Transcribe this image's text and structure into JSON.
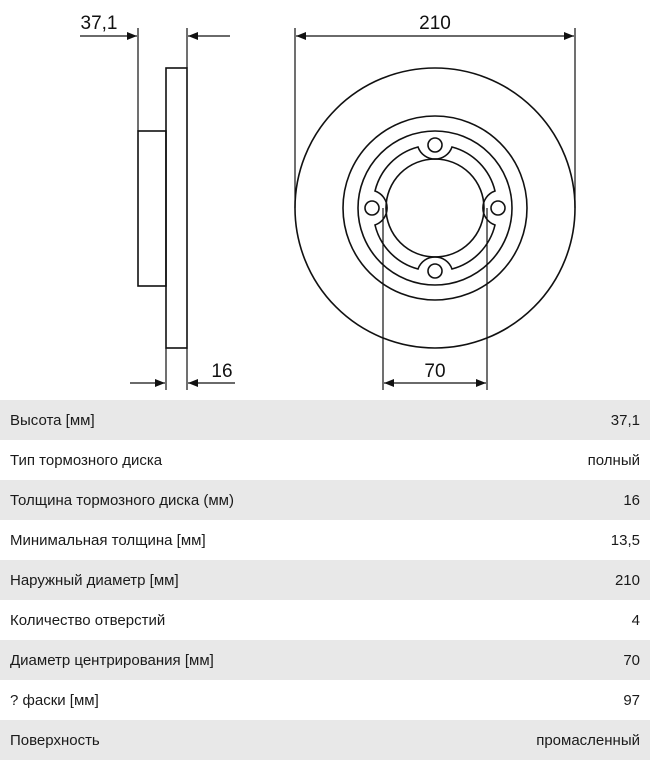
{
  "drawing": {
    "dim_height": "37,1",
    "dim_thickness": "16",
    "dim_outer_diameter": "210",
    "dim_center_bore": "70"
  },
  "specs": [
    {
      "label": "Высота [мм]",
      "value": "37,1"
    },
    {
      "label": "Тип тормозного диска",
      "value": "полный"
    },
    {
      "label": "Толщина тормозного диска (мм)",
      "value": "16"
    },
    {
      "label": "Минимальная толщина [мм]",
      "value": "13,5"
    },
    {
      "label": "Наружный диаметр [мм]",
      "value": "210"
    },
    {
      "label": "Количество отверстий",
      "value": "4"
    },
    {
      "label": "Диаметр центрирования [мм]",
      "value": "70"
    },
    {
      "label": "? фаски [мм]",
      "value": "97"
    },
    {
      "label": "Поверхность",
      "value": "промасленный"
    }
  ]
}
